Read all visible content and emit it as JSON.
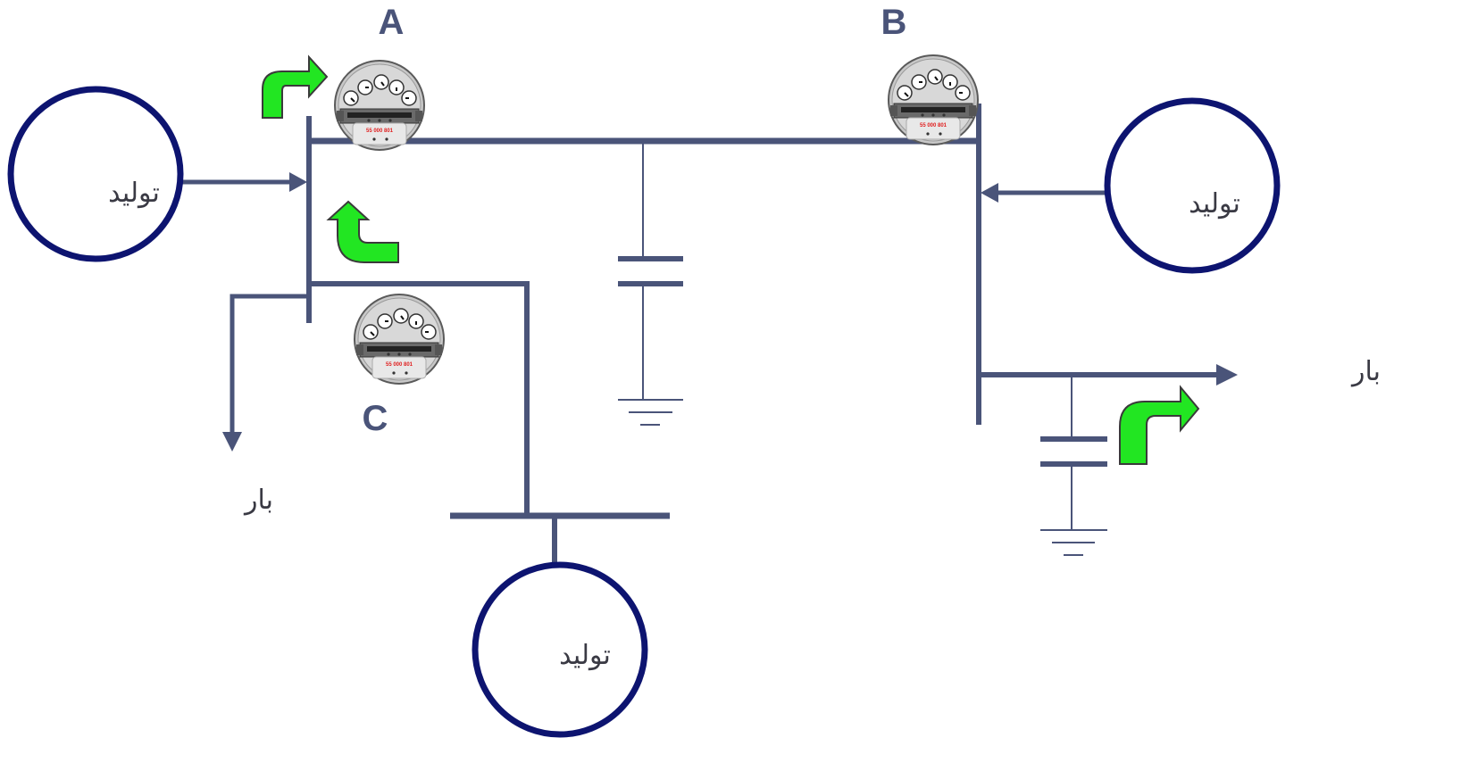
{
  "buses": {
    "a": "A",
    "b": "B",
    "c": "C"
  },
  "generators": {
    "left": "تولید",
    "right": "تولید",
    "bottom": "تولید"
  },
  "loads": {
    "left": "بار",
    "right": "بار"
  },
  "meters": {
    "display": "55 000 801"
  },
  "colors": {
    "wire": "#4a5479",
    "generator_outline": "#0d1470",
    "flow_arrow": "#22e622",
    "meter_digits": "#e02020"
  },
  "icons": {
    "meter": "electric-meter-icon",
    "flow": "power-flow-arrow-icon",
    "capacitor": "capacitor-symbol",
    "ground": "ground-symbol"
  }
}
